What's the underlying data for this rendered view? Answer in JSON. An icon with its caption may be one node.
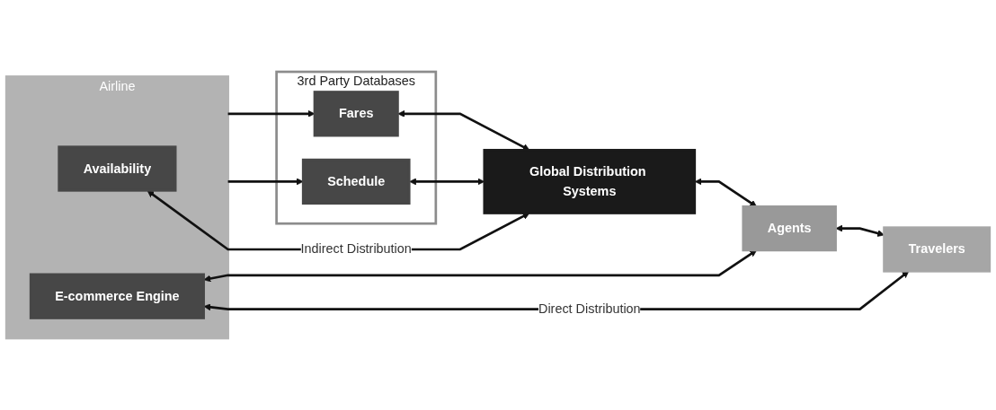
{
  "diagram": {
    "nodes": [
      {
        "text": [
          "Airline"
        ]
      },
      {
        "text": [
          "Availability"
        ],
        "in": 0
      },
      {
        "text": [
          "E-commerce Engine"
        ],
        "in": 0
      },
      {
        "text": [
          "3rd Party Databases"
        ]
      },
      {
        "text": [
          "Fares"
        ],
        "in": 3
      },
      {
        "text": [
          "Schedule"
        ],
        "in": 3
      },
      {
        "text": [
          "Global Distribution Systems"
        ]
      },
      {
        "text": [
          "Agents"
        ]
      },
      {
        "text": [
          "Travelers"
        ]
      }
    ],
    "edges": [
      {
        "from": 0,
        "to": 4,
        "arrow": "to"
      },
      {
        "from": 0,
        "to": 5,
        "arrow": "to"
      },
      {
        "from": 4,
        "to": 6,
        "arrow": "both"
      },
      {
        "from": 5,
        "to": 6,
        "arrow": "both"
      },
      {
        "from": 1,
        "to": 6,
        "arrow": "both",
        "label": "Indirect Distribution"
      },
      {
        "from": 6,
        "to": 7,
        "arrow": "both"
      },
      {
        "from": 7,
        "to": 8,
        "arrow": "both"
      },
      {
        "from": 2,
        "to": 7,
        "arrow": "both"
      },
      {
        "from": 2,
        "to": 8,
        "arrow": "both",
        "label": "Direct Distribution"
      }
    ]
  }
}
